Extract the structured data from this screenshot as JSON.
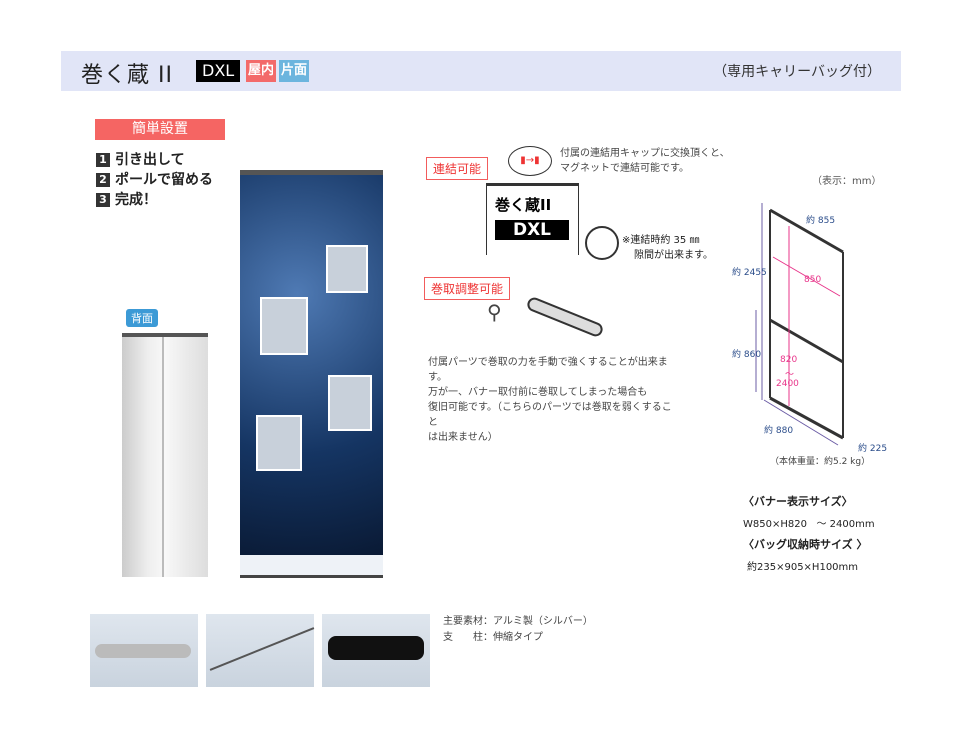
{
  "header": {
    "title": "巻く蔵 II",
    "model": "DXL",
    "badge_indoor": "屋内",
    "badge_single": "片面",
    "bag_note": "（専用キャリーバッグ付）"
  },
  "setup": {
    "label": "簡単設置",
    "steps": [
      {
        "num": "1",
        "text": "引き出して"
      },
      {
        "num": "2",
        "text": "ポールで留める"
      },
      {
        "num": "3",
        "text": "完成！"
      }
    ]
  },
  "back_label": "背面",
  "connect": {
    "tag": "連結可能",
    "desc1": "付属の連結用キャップに交換頂くと、",
    "desc2": "マグネットで連結可能です。",
    "logo_text": "巻く蔵II",
    "logo_model": "DXL",
    "note1": "※連結時約 35 ㎜",
    "note2": "隙間が出来ます。"
  },
  "adjust": {
    "tag": "巻取調整可能",
    "desc": [
      "付属パーツで巻取の力を手動で強くすることが出来ます。",
      "万が一、バナー取付前に巻取してしまった場合も",
      "復旧可能です。（こちらのパーツでは巻取を弱くすること",
      "は出来ません）"
    ]
  },
  "diagram": {
    "unit": "（表示：mm）",
    "width_top": "約 855",
    "height_total": "約 2455",
    "inner_width": "850",
    "height_lower": "約 860",
    "range_min": "820",
    "range_sep": "〜",
    "range_max": "2400",
    "base_width": "約 880",
    "depth": "約 225",
    "weight": "（本体重量：約5.2 kg）"
  },
  "specs": {
    "banner_title": "〈バナー表示サイズ〉",
    "banner_size": "W850×H820",
    "banner_range": "〜 2400mm",
    "bag_title": "〈バッグ収納時サイズ 〉",
    "bag_size": "約235×905×H100mm"
  },
  "materials": {
    "line1": "主要素材：アルミ製（シルバー）",
    "line2": "支　　柱：伸縮タイプ"
  }
}
